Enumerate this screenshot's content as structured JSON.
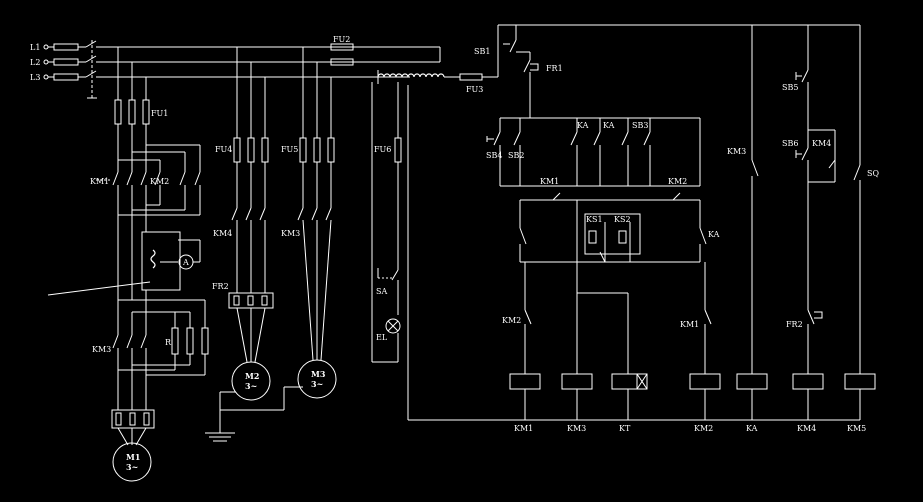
{
  "colors": {
    "background": "#000000",
    "line": "#ffffff"
  },
  "labels": {
    "L1": "L1",
    "L2": "L2",
    "L3": "L3",
    "FU1": "FU1",
    "FU2": "FU2",
    "FU3": "FU3",
    "FU4": "FU4",
    "FU5": "FU5",
    "FU6": "FU6",
    "KM1": "KM1",
    "KM2": "KM2",
    "KM3": "KM3",
    "KM4": "KM4",
    "KM5": "KM5",
    "FR1": "FR1",
    "FR2": "FR2",
    "SB1": "SB1",
    "SB2": "SB2",
    "SB3": "SB3",
    "SB4": "SB4",
    "SB5": "SB5",
    "SB6": "SB6",
    "KA": "KA",
    "KS1": "KS1",
    "KS2": "KS2",
    "KT": "KT",
    "SA": "SA",
    "EL": "EL",
    "SQ": "SQ",
    "R": "R",
    "A": "A",
    "M1": "M1",
    "M2": "M2",
    "M3": "M3",
    "tilde": "3~"
  }
}
